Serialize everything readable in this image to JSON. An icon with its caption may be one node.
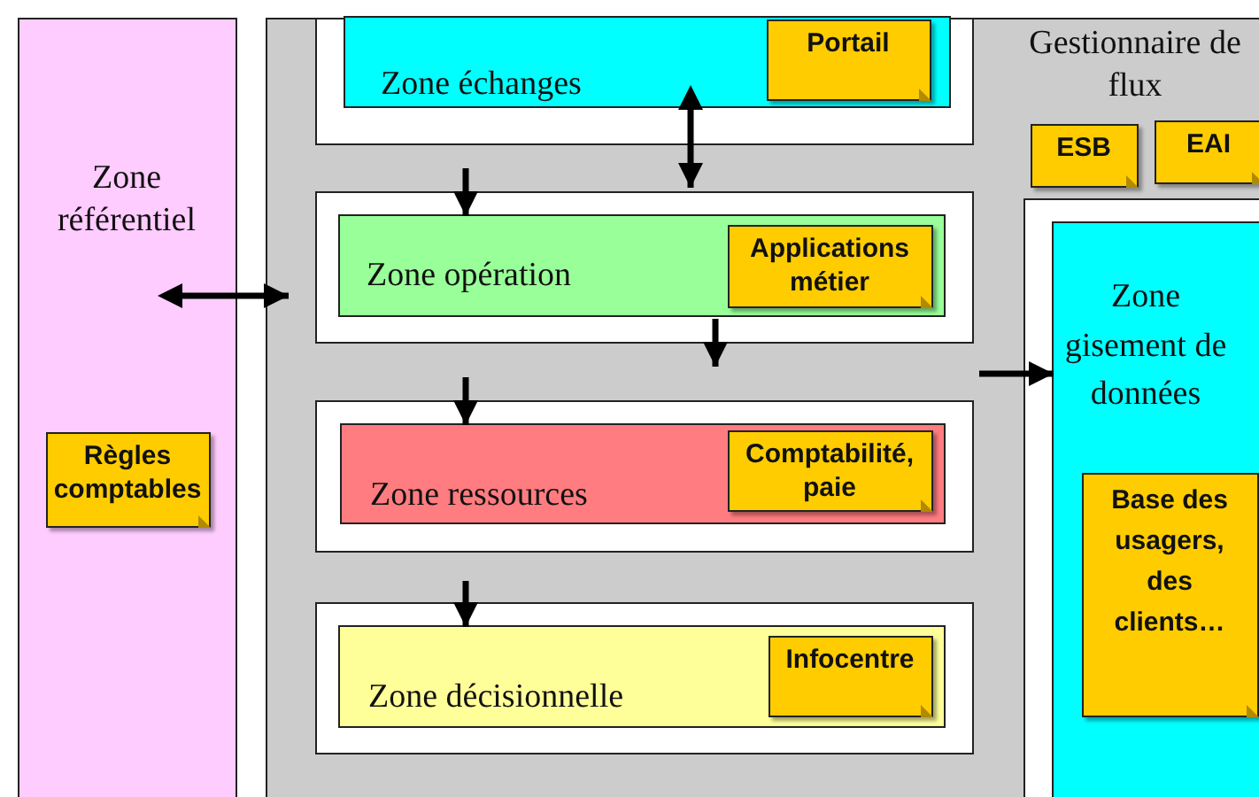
{
  "diagram": {
    "nodes": [
      {
        "text": [
          "Zone référentiel"
        ]
      },
      {
        "text": [
          "Règles comptables"
        ],
        "in": 0
      },
      {
        "text": [
          "Gestionnaire de flux"
        ]
      },
      {
        "text": [
          "ESB"
        ],
        "in": 2
      },
      {
        "text": [
          "EAI"
        ],
        "in": 2
      },
      {
        "text": [],
        "shape": "box",
        "in": 2
      },
      {
        "text": [
          "Zone échanges"
        ],
        "in": 5
      },
      {
        "text": [
          "Portail"
        ],
        "in": 6
      },
      {
        "text": [],
        "shape": "box",
        "in": 2
      },
      {
        "text": [
          "Zone opération"
        ],
        "in": 8
      },
      {
        "text": [
          "Applications métier"
        ],
        "in": 9
      },
      {
        "text": [],
        "shape": "box",
        "in": 2
      },
      {
        "text": [
          "Zone ressources"
        ],
        "in": 11
      },
      {
        "text": [
          "Comptabilité, paie"
        ],
        "in": 12
      },
      {
        "text": [],
        "shape": "box",
        "in": 2
      },
      {
        "text": [
          "Zone décisionnelle"
        ],
        "in": 14
      },
      {
        "text": [
          "Infocentre"
        ],
        "in": 15
      },
      {
        "text": [],
        "shape": "box",
        "in": 2
      },
      {
        "text": [
          "Zone gisement de données"
        ],
        "in": 17
      },
      {
        "text": [
          "Base des usagers, des clients…"
        ],
        "in": 18
      }
    ],
    "edges": [
      {
        "from": 0,
        "to": 2,
        "arrow": "both"
      },
      {
        "from": 6,
        "to": 8,
        "arrow": "both"
      },
      {
        "from": null,
        "to": 9,
        "arrow": "to"
      },
      {
        "from": 9,
        "to": null,
        "arrow": "to"
      },
      {
        "from": null,
        "to": 12,
        "arrow": "to"
      },
      {
        "from": null,
        "to": 15,
        "arrow": "to"
      },
      {
        "from": null,
        "to": 18,
        "arrow": "to"
      }
    ]
  }
}
